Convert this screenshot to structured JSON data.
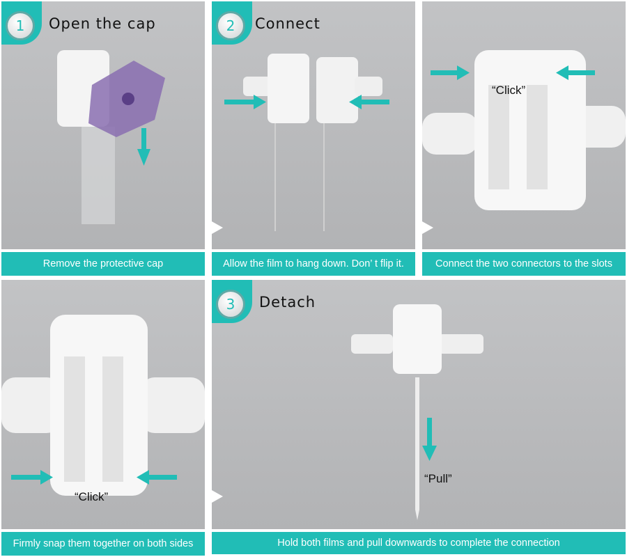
{
  "steps": [
    {
      "number": "1",
      "title": "Open the cap",
      "caption": "Remove the protective cap"
    },
    {
      "number": "2",
      "title": "Connect",
      "caption": "Allow the film to hang down. Don’  t flip it."
    },
    {
      "caption": "Connect the two connectors to the slots",
      "label": "“Click”"
    },
    {
      "caption": "Firmly snap them together on both sides",
      "label": "“Click”"
    },
    {
      "number": "3",
      "title": "Detach",
      "caption": "Hold both films and pull downwards to complete the connection",
      "label": "“Pull”"
    }
  ],
  "colors": {
    "accent": "#21bdb6",
    "background": "#b8b9bb"
  }
}
